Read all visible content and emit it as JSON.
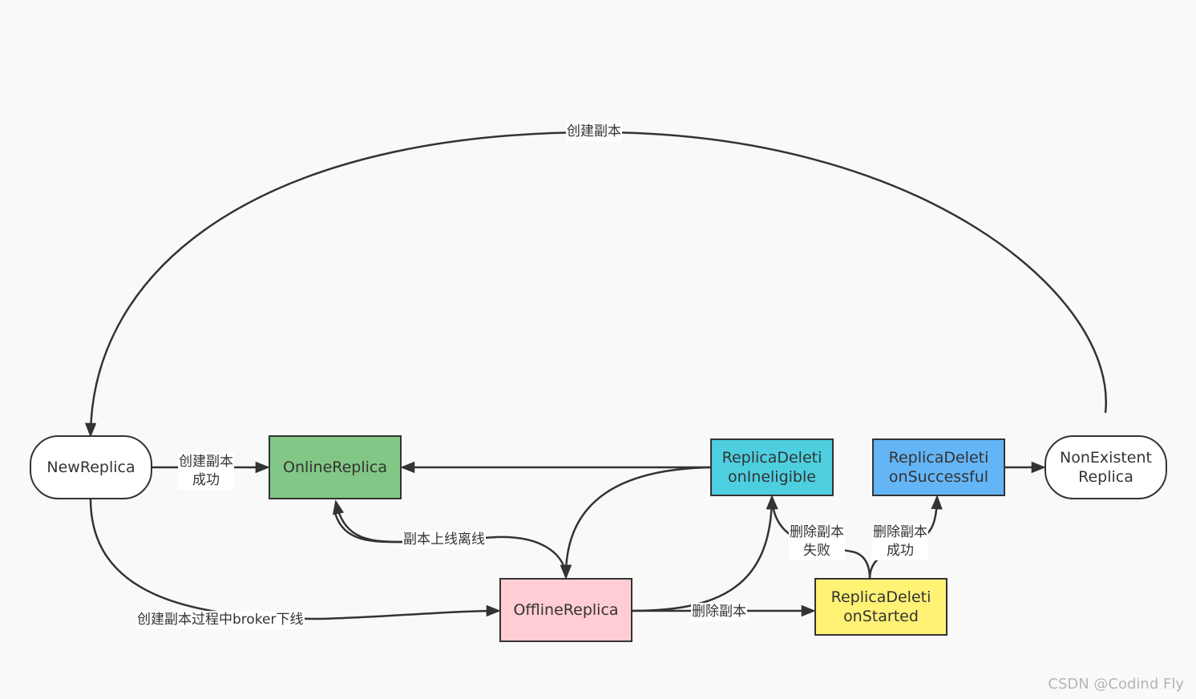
{
  "nodes": {
    "new_replica": {
      "label": "NewReplica",
      "color": "#ffffff"
    },
    "online_replica": {
      "label": "OnlineReplica",
      "color": "#82c785"
    },
    "offline_replica": {
      "label": "OfflineReplica",
      "color": "#ffcdd3"
    },
    "replica_deletion_ineligible": {
      "label": "ReplicaDeleti\nonIneligible",
      "color": "#4dcfe0"
    },
    "replica_deletion_successful": {
      "label": "ReplicaDeleti\nonSuccessful",
      "color": "#64b5f6"
    },
    "replica_deletion_started": {
      "label": "ReplicaDeleti\nonStarted",
      "color": "#fff275"
    },
    "non_existent_replica": {
      "label": "NonExistent\nReplica",
      "color": "#ffffff"
    }
  },
  "edges": {
    "create_replica_top": "创建副本",
    "create_success": "创建副本\n成功",
    "broker_offline": "创建副本过程中broker下线",
    "online_offline": "副本上线离线",
    "delete_replica": "删除副本",
    "delete_failed": "删除副本\n失败",
    "delete_success": "删除副本\n成功"
  },
  "watermark": "CSDN @Codind Fly"
}
